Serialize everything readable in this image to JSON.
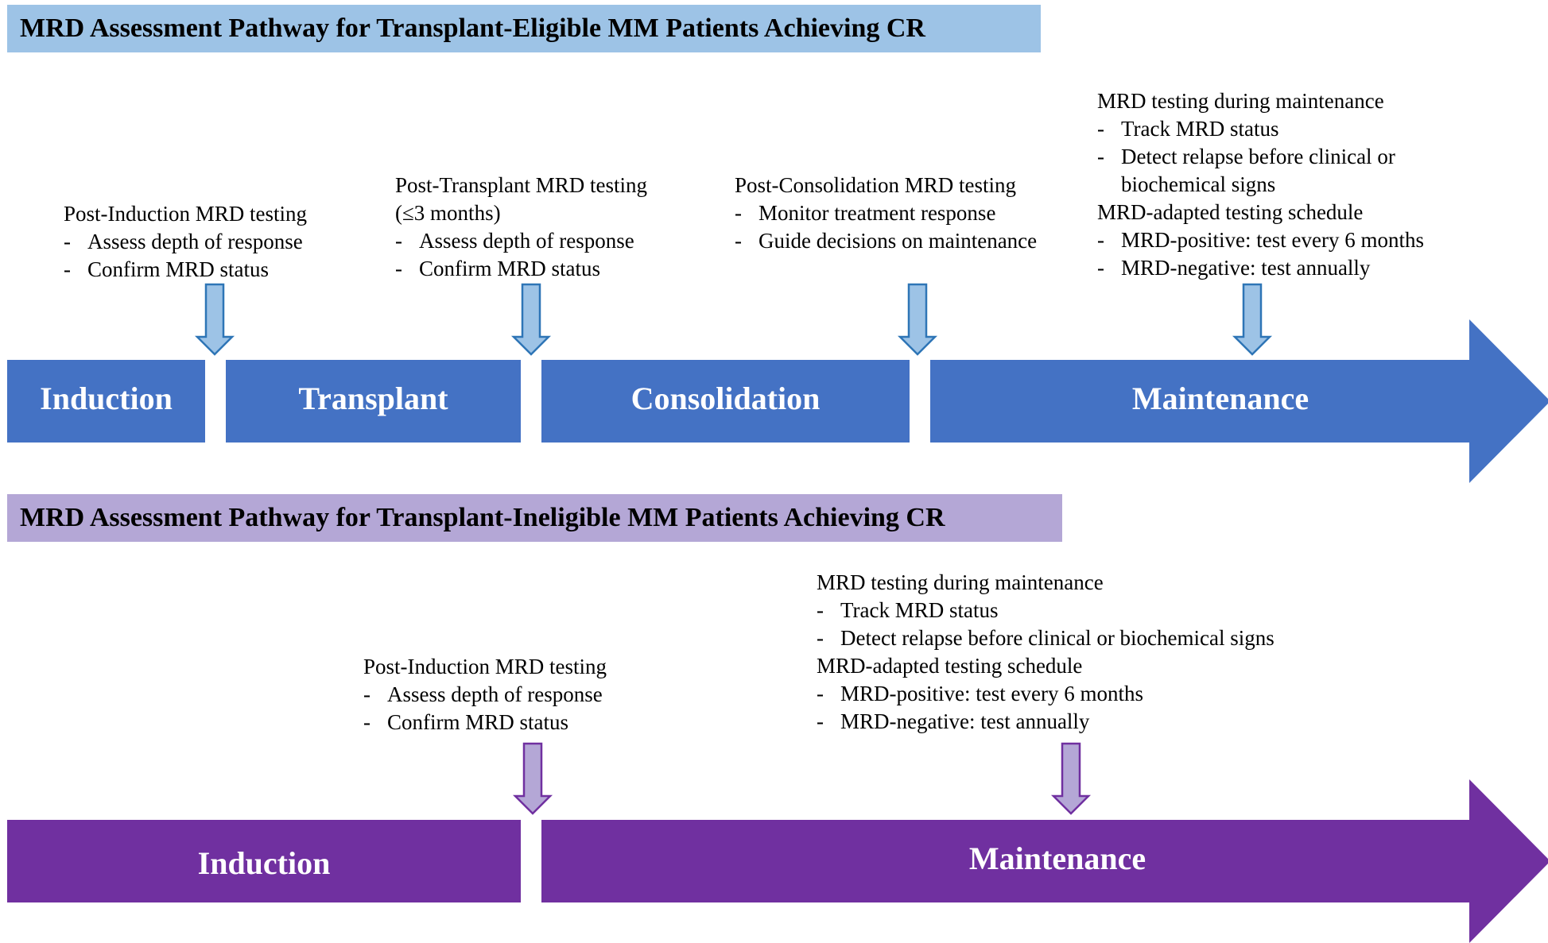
{
  "colors": {
    "eligible_band": "#4472c4",
    "eligible_title_bg": "#9dc3e6",
    "eligible_arrow_fill": "#9dc3e6",
    "eligible_arrow_stroke": "#2e75b6",
    "ineligible_band": "#7030a0",
    "ineligible_title_bg": "#b4a7d6",
    "ineligible_arrow_fill": "#b4a7d6",
    "ineligible_arrow_stroke": "#7030a0"
  },
  "eligible": {
    "title": "MRD Assessment Pathway for Transplant-Eligible MM Patients Achieving CR",
    "stages": [
      "Induction",
      "Transplant",
      "Consolidation",
      "Maintenance"
    ],
    "notes": {
      "post_induction": {
        "head": "Post-Induction  MRD testing",
        "items": [
          "Assess depth of response",
          "Confirm  MRD status"
        ]
      },
      "post_transplant": {
        "head": "Post-Transplant  MRD testing",
        "head2": "(≤3 months)",
        "items": [
          "Assess depth of response",
          "Confirm  MRD status"
        ]
      },
      "post_consolidation": {
        "head": "Post-Consolidation  MRD testing",
        "items": [
          "Monitor  treatment response",
          "Guide decisions on maintenance"
        ]
      },
      "maintenance": {
        "head": "MRD testing  during  maintenance",
        "items": [
          "Track  MRD status",
          "Detect relapse before clinical  or",
          "MRD-positive:  test every 6 months",
          "MRD-negative:  test annually"
        ],
        "item_cont": "biochemical  signs",
        "head2": "MRD-adapted  testing  schedule"
      }
    }
  },
  "ineligible": {
    "title": "MRD Assessment Pathway for Transplant-Ineligible MM Patients Achieving CR",
    "stages": [
      "Induction",
      "Maintenance"
    ],
    "notes": {
      "post_induction": {
        "head": "Post-Induction  MRD testing",
        "items": [
          "Assess depth of response",
          "Confirm  MRD status"
        ]
      },
      "maintenance": {
        "head": "MRD testing  during  maintenance",
        "items": [
          "Track  MRD status",
          "Detect relapse before clinical  or biochemical  signs",
          "MRD-positive:  test every 6 months",
          "MRD-negative:  test annually"
        ],
        "head2": "MRD-adapted  testing  schedule"
      }
    }
  },
  "dash": "-"
}
